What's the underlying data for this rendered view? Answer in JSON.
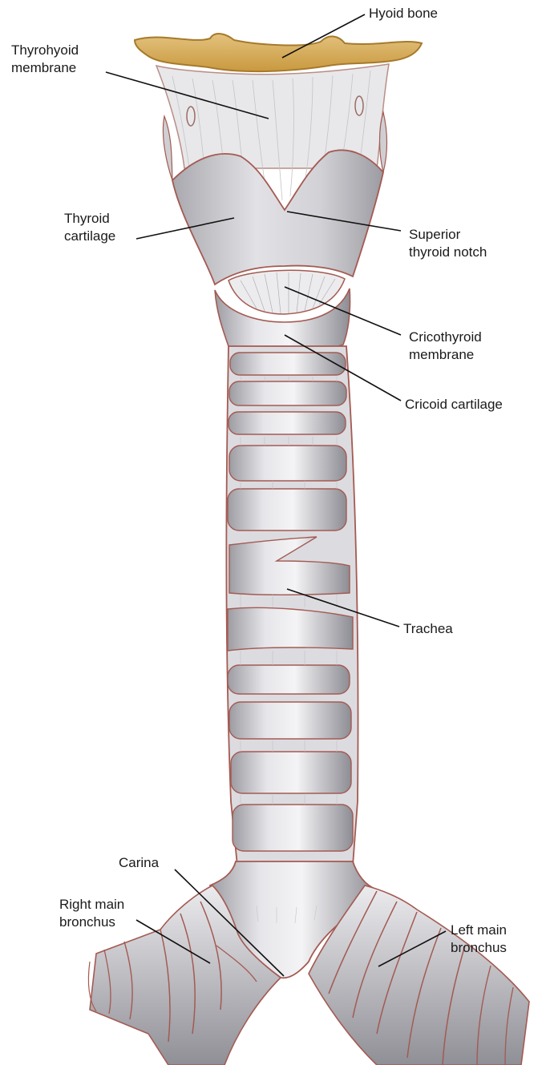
{
  "labels": {
    "hyoid_bone": "Hyoid bone",
    "thyrohyoid_membrane": [
      "Thyrohyoid",
      "membrane"
    ],
    "thyroid_cartilage": [
      "Thyroid",
      "cartilage"
    ],
    "superior_thyroid_notch": [
      "Superior",
      "thyroid notch"
    ],
    "cricothyroid_membrane": [
      "Cricothyroid",
      "membrane"
    ],
    "cricoid_cartilage": "Cricoid cartilage",
    "trachea": "Trachea",
    "carina": "Carina",
    "right_main_bronchus": [
      "Right main",
      "bronchus"
    ],
    "left_main_bronchus": [
      "Left main",
      "bronchus"
    ]
  },
  "colors": {
    "bone": "#d9b266",
    "bone_edge": "#a67a2c",
    "cartilage": "#cfcfd3",
    "cartilage_edge": "#a45a52",
    "membrane": "#e6e6e8",
    "label_text": "#1a1a1a",
    "leader_line": "#111111"
  }
}
